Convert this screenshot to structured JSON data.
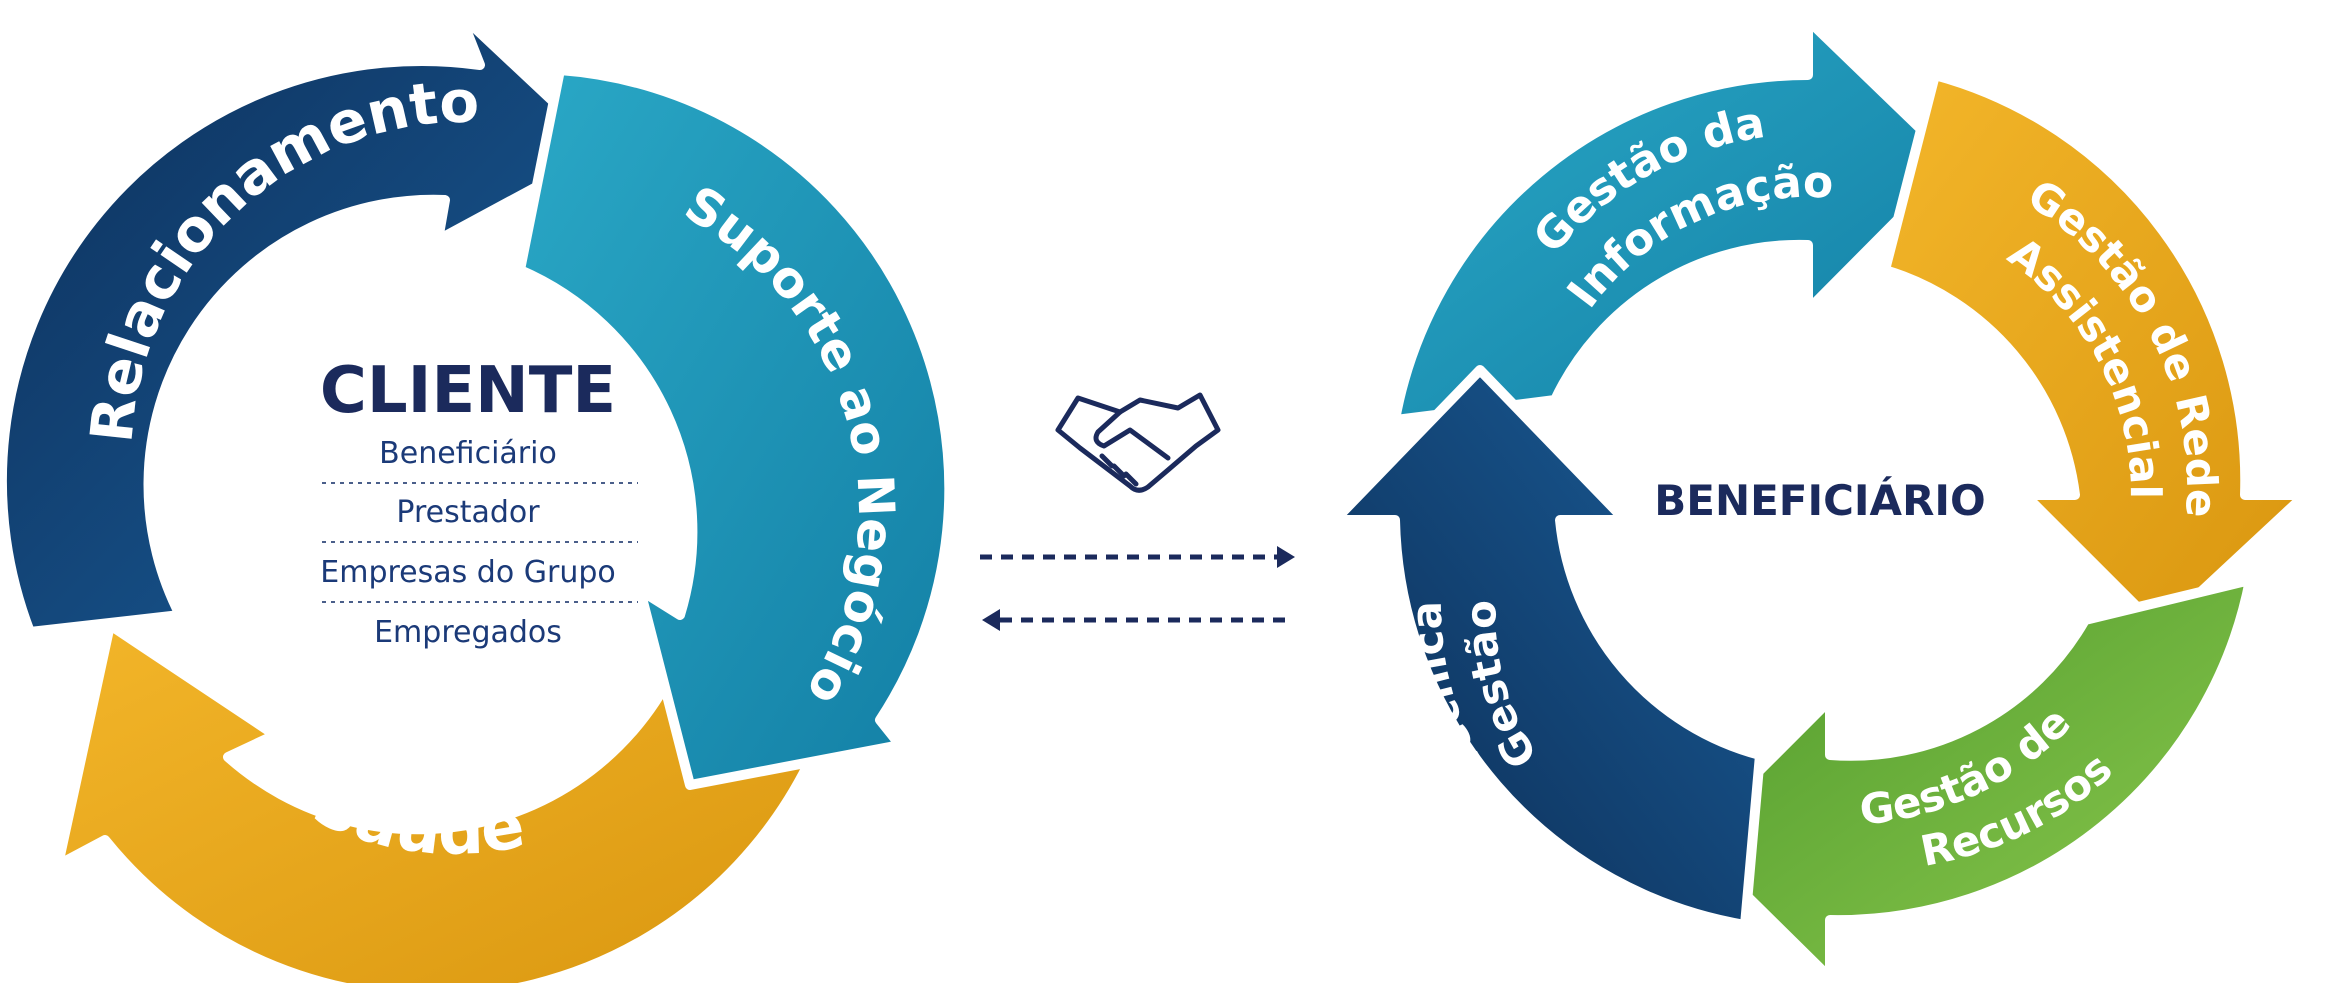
{
  "left_cycle": {
    "segments": [
      {
        "label": "Relacionamento"
      },
      {
        "label": "Suporte ao Negócio"
      },
      {
        "label": "Saúde"
      }
    ],
    "center": {
      "title": "CLIENTE",
      "items": [
        "Beneficiário",
        "Prestador",
        "Empresas do Grupo",
        "Empregados"
      ]
    }
  },
  "right_cycle": {
    "segments": [
      {
        "lines": [
          "Gestão da",
          "Informação"
        ]
      },
      {
        "lines": [
          "Gestão de Rede",
          "Assistencial"
        ]
      },
      {
        "lines": [
          "Gestão de",
          "Recursos"
        ]
      },
      {
        "lines": [
          "Gestão",
          "Técnica"
        ]
      }
    ],
    "center": {
      "title": "BENEFICIÁRIO"
    }
  },
  "connector": {
    "icon": "handshake-icon",
    "arrows": [
      "arrow-right",
      "arrow-left"
    ]
  },
  "colors": {
    "navy": "#12426f",
    "teal": "#1f9bbb",
    "gold": "#e8a91a",
    "green": "#6cae3c",
    "dark_text": "#1b2a5c"
  }
}
